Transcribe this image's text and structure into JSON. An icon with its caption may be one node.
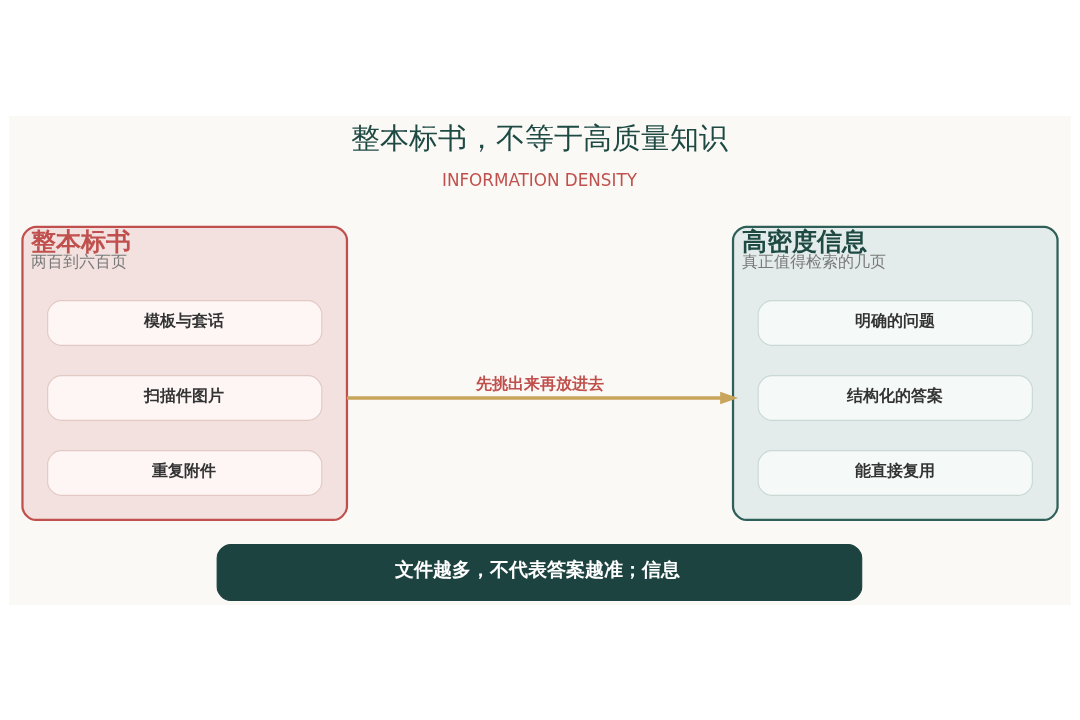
{
  "diagram": {
    "title": "整本标书，不等于高质量知识",
    "nodes": [
      {
        "text": [
          "整本标书",
          "两百到六百页"
        ]
      },
      {
        "text": [
          "模板与套话"
        ],
        "in": 0
      },
      {
        "text": [
          "扫描件图片"
        ],
        "in": 0
      },
      {
        "text": [
          "重复附件"
        ],
        "in": 0
      },
      {
        "text": [
          "高密度信息",
          "真正值得检索的几页"
        ]
      },
      {
        "text": [
          "明确的问题"
        ],
        "in": 4
      },
      {
        "text": [
          "结构化的答案"
        ],
        "in": 4
      },
      {
        "text": [
          "能直接复用"
        ],
        "in": 4
      },
      {
        "text": [
          "文件越多，不代表答案越准；信息"
        ]
      }
    ],
    "edges": [
      {
        "from": 0,
        "to": 4,
        "arrow": "to",
        "label": "先挑出来再放进去",
        "color": "#c9a55c"
      }
    ],
    "labels": [
      "INFORMATION DENSITY"
    ]
  }
}
